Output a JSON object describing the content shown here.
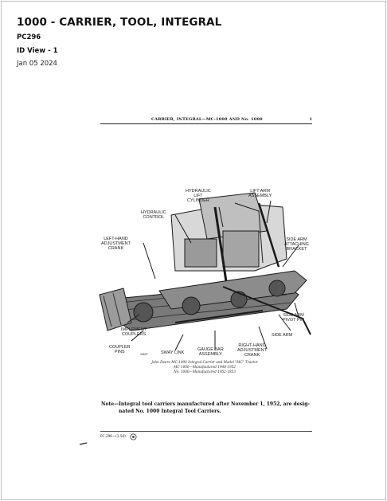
{
  "header": {
    "title": "1000 - CARRIER, TOOL, INTEGRAL",
    "code": "PC296",
    "view": "ID View - 1",
    "date": "Jan 05 2024"
  },
  "page": {
    "running_head": "CARRIER, INTEGRAL—MC-1000 AND No. 1000",
    "page_number": "1",
    "labels": {
      "hydraulic_lift_cylinder": "HYDRAULIC\nLIFT\nCYLINDER",
      "lift_arm_assembly": "LIFT ARM\nASSEMBLY",
      "hydraulic_control": "HYDRAULIC\nCONTROL",
      "left_hand_adjustment_crank": "LEFT-HAND\nADJUSTMENT\nCRANK",
      "side_arm_attaching_bracket": "SIDE ARM\nATTACHING\nBRACKET",
      "side_arm_pivot_pin": "SIDE ARM\nPIVOT PIN",
      "side_arm": "SIDE ARM",
      "implement_couplers": "IMPLEMENT\nCOUPLERS",
      "coupler_pins": "COUPLER\nPINS",
      "sway_link": "SWAY LINK",
      "gauge_bar_assembly": "GAUGE BAR\nASSEMBLY",
      "right_hand_adjustment_crank": "RIGHT-HAND\nADJUSTMENT\nCRANK",
      "figure_number": "20627"
    },
    "caption": {
      "line1": "John Deere MC-1000 Integral Carrier and Model \"MC\" Tractor",
      "line2": "MC-1000—Manufactured 1948-1952",
      "line3": "No. 1000—Manufactured 1952-1953"
    },
    "note": {
      "line1": "Note—Integral tool carriers manufactured after November 1, 1952, are desig-",
      "line2": "nated No. 1000 Integral Tool Carriers."
    },
    "footer_code": "PC-296—(1-54)"
  }
}
